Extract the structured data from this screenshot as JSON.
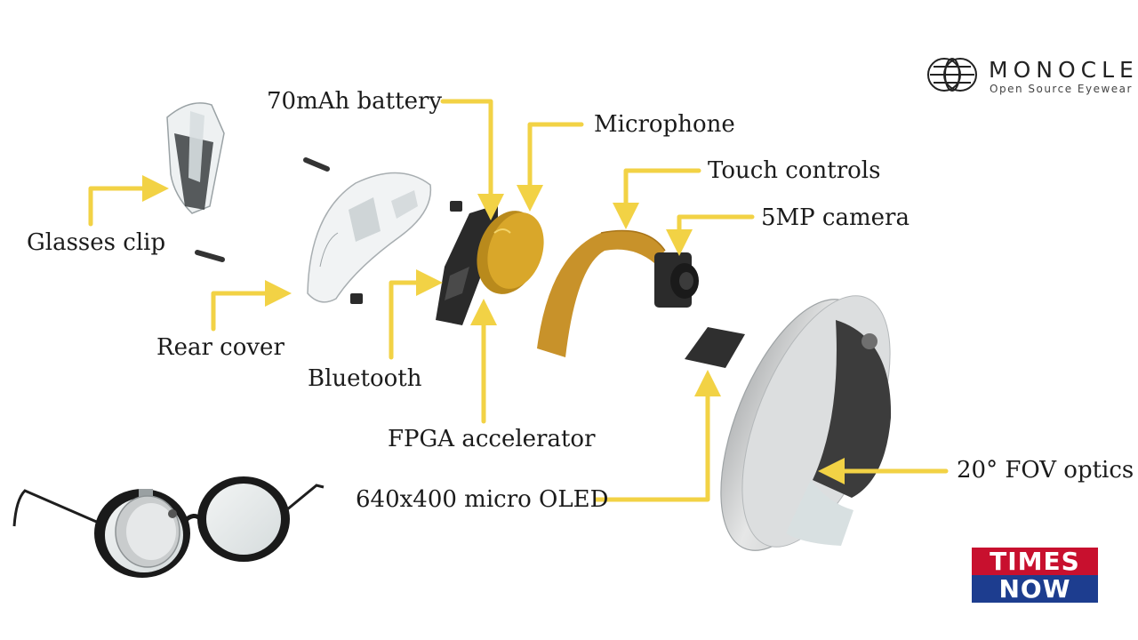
{
  "brand": {
    "name": "MONOCLE",
    "tagline": "Open Source Eyewear"
  },
  "watermark": {
    "line1": "TIMES",
    "line2": "NOW"
  },
  "callouts": {
    "battery": "70mAh battery",
    "microphone": "Microphone",
    "touch": "Touch controls",
    "camera": "5MP camera",
    "clip": "Glasses clip",
    "rear_cover": "Rear cover",
    "bluetooth": "Bluetooth",
    "fpga": "FPGA accelerator",
    "oled": "640x400 micro OLED",
    "optics": "20° FOV optics"
  },
  "colors": {
    "arrow": "#f2d245",
    "gold": "#d9a72a",
    "flex": "#c8922a"
  }
}
